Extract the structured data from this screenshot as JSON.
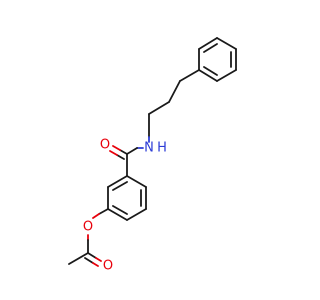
{
  "molecule": {
    "atoms": {
      "carbonyl_oxygen": "O",
      "amide_nitrogen": "N",
      "amide_hydrogen": "H",
      "ester_oxygen": "O",
      "acetyl_oxygen": "O"
    },
    "colors": {
      "bond": "#1a1a1a",
      "oxygen": "#e8000b",
      "nitrogen": "#2c3cd6",
      "background": "#ffffff"
    }
  }
}
